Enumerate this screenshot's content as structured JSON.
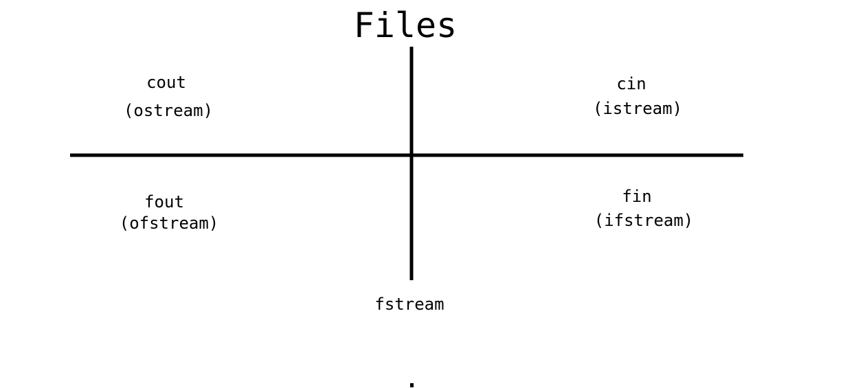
{
  "title": "Files",
  "quadrants": {
    "top_left": {
      "name": "cout",
      "type": "(ostream)"
    },
    "top_right": {
      "name": "cin",
      "type": "(istream)"
    },
    "bottom_left": {
      "name": "fout",
      "type": "(ofstream)"
    },
    "bottom_right": {
      "name": "fin",
      "type": "(ifstream)"
    }
  },
  "bottom_label": "fstream",
  "colors": {
    "ink": "#000000",
    "background": "#ffffff"
  }
}
